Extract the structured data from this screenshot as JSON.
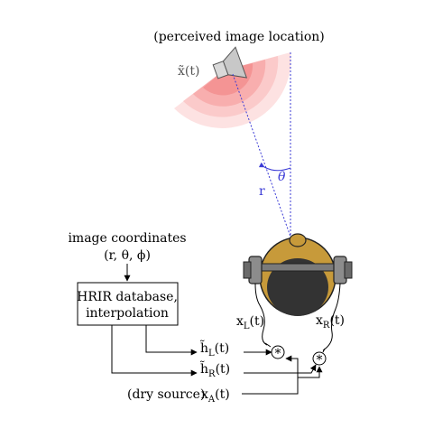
{
  "diagram": {
    "top_caption": "(perceived image location)",
    "source_label": "x̃(t)",
    "theta_label": "θ",
    "r_label": "r",
    "image_coordinates_label": "image coordinates",
    "coords_tuple": "(r, θ, ϕ)",
    "hrir_box_line1": "HRIR database,",
    "hrir_box_line2": "interpolation",
    "hL_label": "h̃L(t)",
    "hR_label": "h̃R(t)",
    "xL_label": "xL(t)",
    "xR_label": "xR(t)",
    "dry_source_label": "(dry source)",
    "xA_label": "xA(t)",
    "convolution_symbol": "*"
  },
  "colors": {
    "guide_line": "#3b3bd6",
    "wavefront": "#f08080",
    "head_skin": "#c79a3a",
    "head_hair": "#333333",
    "headphones": "#7a7a7a"
  }
}
